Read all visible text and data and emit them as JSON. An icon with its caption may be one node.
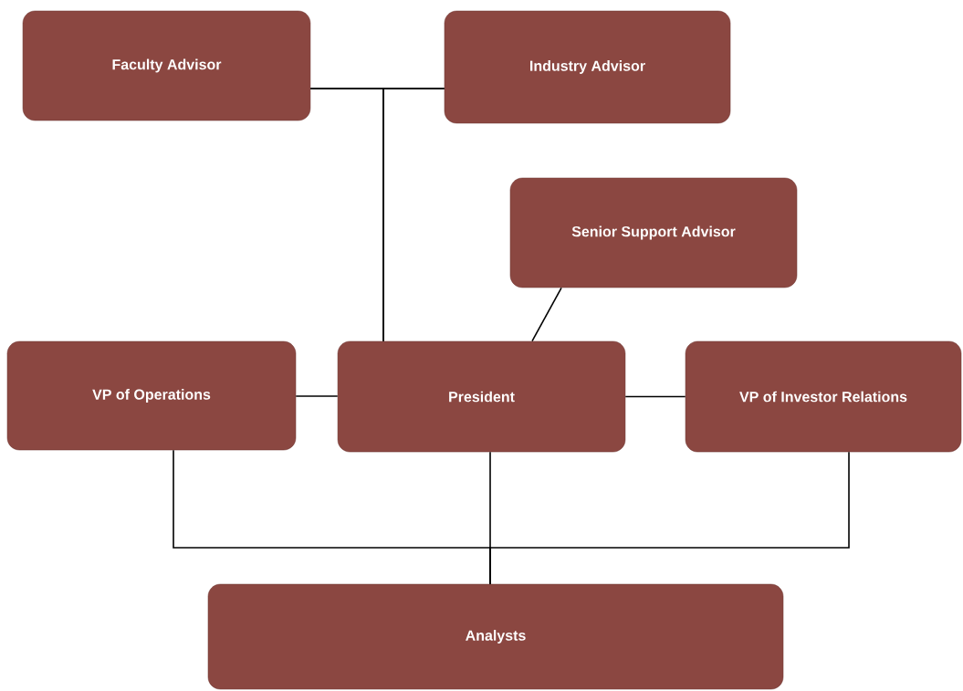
{
  "diagram": {
    "nodes": [
      {
        "text": [
          "Faculty Advisor"
        ]
      },
      {
        "text": [
          "Industry Advisor"
        ]
      },
      {
        "text": [
          "Senior Support Advisor"
        ]
      },
      {
        "text": [
          "VP of Operations"
        ]
      },
      {
        "text": [
          "President"
        ]
      },
      {
        "text": [
          "VP of Investor Relations"
        ]
      },
      {
        "text": [
          "Analysts"
        ]
      }
    ],
    "edges": [
      {
        "from": 0,
        "to": 1,
        "arrow": "none"
      },
      {
        "from": 4,
        "to": 0,
        "arrow": "none"
      },
      {
        "from": 4,
        "to": 1,
        "arrow": "none"
      },
      {
        "from": 2,
        "to": 4,
        "arrow": "none"
      },
      {
        "from": 3,
        "to": 4,
        "arrow": "none"
      },
      {
        "from": 4,
        "to": 5,
        "arrow": "none"
      },
      {
        "from": 3,
        "to": 6,
        "arrow": "none"
      },
      {
        "from": 4,
        "to": 6,
        "arrow": "none"
      },
      {
        "from": 5,
        "to": 6,
        "arrow": "none"
      }
    ]
  }
}
